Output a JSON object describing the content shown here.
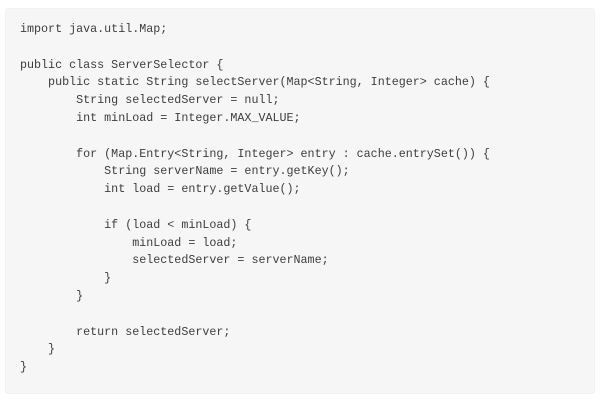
{
  "page": {
    "background_color": "#ffffff"
  },
  "code_block": {
    "language": "java",
    "background_color": "#f6f6f6",
    "text_color": "#3d3d3d",
    "lines": [
      "import java.util.Map;",
      "",
      "public class ServerSelector {",
      "    public static String selectServer(Map<String, Integer> cache) {",
      "        String selectedServer = null;",
      "        int minLoad = Integer.MAX_VALUE;",
      "",
      "        for (Map.Entry<String, Integer> entry : cache.entrySet()) {",
      "            String serverName = entry.getKey();",
      "            int load = entry.getValue();",
      "",
      "            if (load < minLoad) {",
      "                minLoad = load;",
      "                selectedServer = serverName;",
      "            }",
      "        }",
      "",
      "        return selectedServer;",
      "    }",
      "}"
    ]
  }
}
